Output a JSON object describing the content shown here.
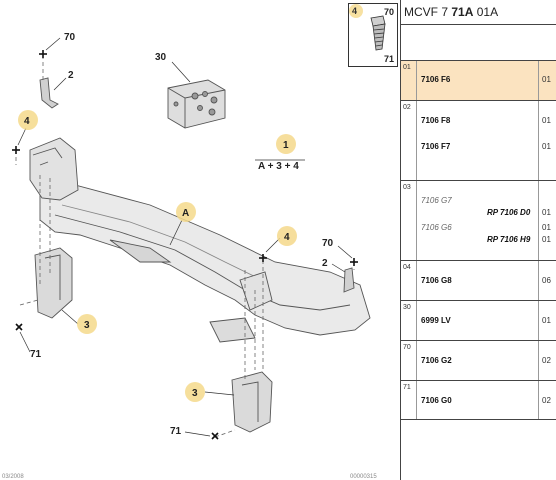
{
  "header": {
    "catalog_prefix": "MCVF 7",
    "catalog_bold": "71A",
    "catalog_suffix": "01A"
  },
  "inset": {
    "qty": "4",
    "ref_a": "70",
    "ref_b": "71"
  },
  "callouts": {
    "c70_top": "70",
    "c2_top": "2",
    "c30": "30",
    "c4_left": "4",
    "c1": "1",
    "c1_formula": "A + 3 + 4",
    "cA": "A",
    "c4_right": "4",
    "c70_right": "70",
    "c2_right": "2",
    "c3_left": "3",
    "c71_left": "71",
    "c3_bottom": "3",
    "c71_bottom": "71"
  },
  "footer_marks": {
    "left": "03/2008",
    "right": "00000315"
  },
  "parts_table": {
    "rows": [
      {
        "index": "01",
        "parts": [
          {
            "ref": "7106 F6",
            "qty": "01"
          }
        ],
        "highlight": true
      },
      {
        "index": "02",
        "parts": [
          {
            "ref": "7106 F8",
            "qty": "01"
          },
          {
            "ref": "7106 F7",
            "qty": "01"
          }
        ]
      },
      {
        "index": "03",
        "parts": [
          {
            "ref": "7106 G7",
            "alt": true,
            "qty": ""
          },
          {
            "rp": "RP 7106 D0",
            "qty": "01"
          },
          {
            "ref": "7106 G6",
            "alt": true,
            "qty": "01"
          },
          {
            "rp": "RP 7106 H9",
            "qty": "01"
          }
        ]
      },
      {
        "index": "04",
        "parts": [
          {
            "ref": "7106 G8",
            "qty": "06"
          }
        ]
      },
      {
        "index": "30",
        "parts": [
          {
            "ref": "6999 LV",
            "qty": "01"
          }
        ]
      },
      {
        "index": "70",
        "parts": [
          {
            "ref": "7106 G2",
            "qty": "02"
          }
        ]
      },
      {
        "index": "71",
        "parts": [
          {
            "ref": "7106 G0",
            "qty": "02"
          }
        ]
      }
    ]
  }
}
